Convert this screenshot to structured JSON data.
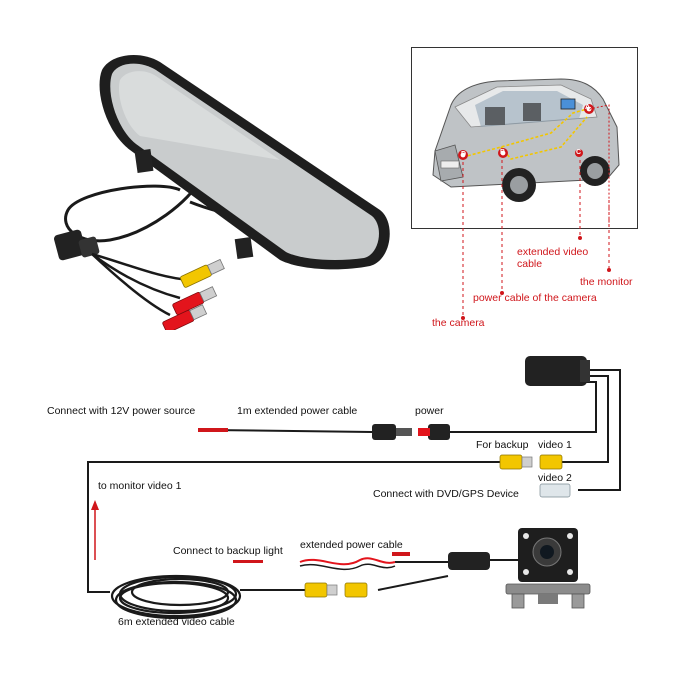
{
  "car_callouts": {
    "a": "A",
    "b": "B",
    "c": "C",
    "d": "D",
    "extended_video_cable": "extended video\ncable",
    "the_monitor": "the monitor",
    "power_cable_of_camera": "power cable of the camera",
    "the_camera": "the camera"
  },
  "wiring": {
    "connect_12v": "Connect with 12V power source",
    "ext_power_1m": "1m extended power cable",
    "power": "power",
    "for_backup": "For backup",
    "video1": "video 1",
    "video2": "video 2",
    "dvd_gps": "Connect with DVD/GPS Device",
    "to_monitor_video1": "to monitor video 1",
    "connect_backup_light": "Connect to backup light",
    "ext_power_cable": "extended power cable",
    "six_m_cable": "6m extended video cable"
  },
  "colors": {
    "callout_red": "#d0161b",
    "rca_yellow": "#f2c600",
    "rca_red": "#e3141c",
    "wire_black": "#1a1a1a"
  }
}
